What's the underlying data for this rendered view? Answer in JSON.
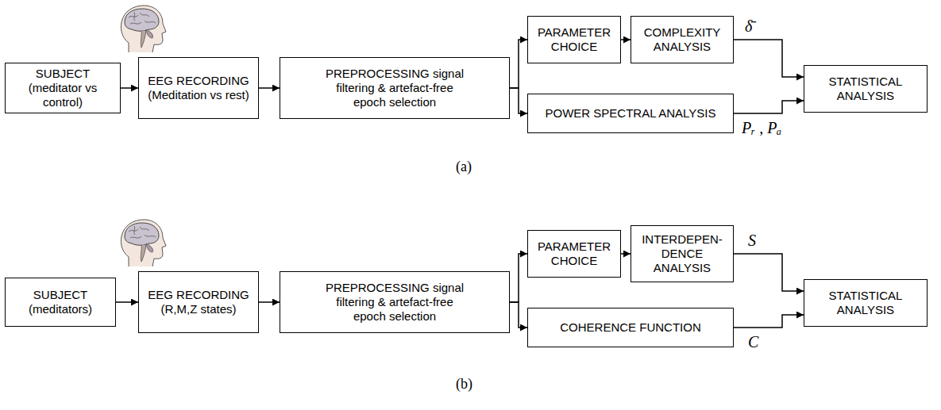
{
  "diagram": {
    "nodes": [
      {
        "text": [
          "SUBJECT (meditator vs control)"
        ]
      },
      {
        "text": [
          "EEG RECORDING (Meditation vs rest)"
        ]
      },
      {
        "text": [
          "PREPROCESSING signal filtering & artefact-free epoch selection"
        ]
      },
      {
        "text": [
          "PARAMETER CHOICE"
        ]
      },
      {
        "text": [
          "COMPLEXITY ANALYSIS"
        ]
      },
      {
        "text": [
          "POWER SPECTRAL ANALYSIS"
        ]
      },
      {
        "text": [
          "STATISTICAL ANALYSIS"
        ]
      },
      {
        "text": [
          "SUBJECT (meditators)"
        ]
      },
      {
        "text": [
          "EEG RECORDING (R,M,Z states)"
        ]
      },
      {
        "text": [
          "PREPROCESSING signal filtering & artefact-free epoch selection"
        ]
      },
      {
        "text": [
          "PARAMETER CHOICE"
        ]
      },
      {
        "text": [
          "INTERDEPEN- DENCE ANALYSIS"
        ]
      },
      {
        "text": [
          "COHERENCE FUNCTION"
        ]
      },
      {
        "text": [
          "STATISTICAL ANALYSIS"
        ]
      }
    ],
    "edges": [
      {
        "from": 0,
        "to": 1,
        "arrow": "to"
      },
      {
        "from": 1,
        "to": 2,
        "arrow": "to"
      },
      {
        "from": 2,
        "to": 3,
        "arrow": "to"
      },
      {
        "from": 2,
        "to": 5,
        "arrow": "to"
      },
      {
        "from": 3,
        "to": 4,
        "arrow": "to"
      },
      {
        "from": 4,
        "to": 6,
        "label": "δ̄",
        "arrow": "to"
      },
      {
        "from": 5,
        "to": 6,
        "label": "Pᵣ , Pₐ",
        "arrow": "to"
      },
      {
        "from": 7,
        "to": 8,
        "arrow": "to"
      },
      {
        "from": 8,
        "to": 9,
        "arrow": "to"
      },
      {
        "from": 9,
        "to": 10,
        "arrow": "to"
      },
      {
        "from": 9,
        "to": 12,
        "arrow": "to"
      },
      {
        "from": 10,
        "to": 11,
        "arrow": "to"
      },
      {
        "from": 11,
        "to": 13,
        "label": "S",
        "arrow": "to"
      },
      {
        "from": 12,
        "to": 13,
        "label": "C",
        "arrow": "to"
      }
    ],
    "labels": [
      "(a)",
      "(b)"
    ]
  }
}
